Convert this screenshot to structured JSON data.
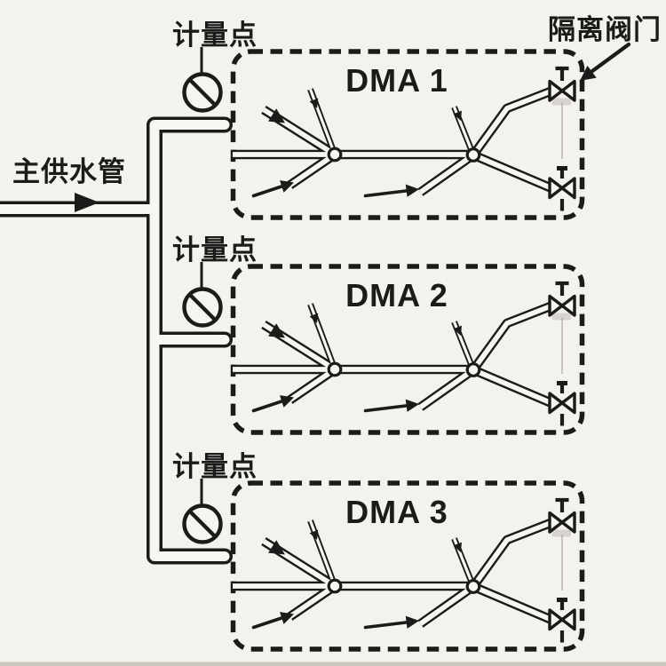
{
  "diagram": {
    "type": "water-distribution-dma-schematic",
    "background": "#f4f2ee",
    "ink_color": "#1c1b19",
    "pipe_fill_color": "#f8f6f2",
    "faint_line_color": "#bdb9b2"
  },
  "labels": {
    "main_supply_pipe": "主供水管",
    "isolation_valve": "隔离阀门"
  },
  "rows": [
    {
      "id": "dma-1",
      "label": "DMA 1",
      "metering_point_label": "计量点"
    },
    {
      "id": "dma-2",
      "label": "DMA 2",
      "metering_point_label": "计量点"
    },
    {
      "id": "dma-3",
      "label": "DMA 3",
      "metering_point_label": "计量点"
    }
  ],
  "icons": {
    "flow_meter": "circle-with-diagonal-slash",
    "isolation_valve": "bowtie-gate-valve-with-stem",
    "flow_direction": "solid-black-arrow",
    "pipe_junction": "small-open-circle"
  }
}
